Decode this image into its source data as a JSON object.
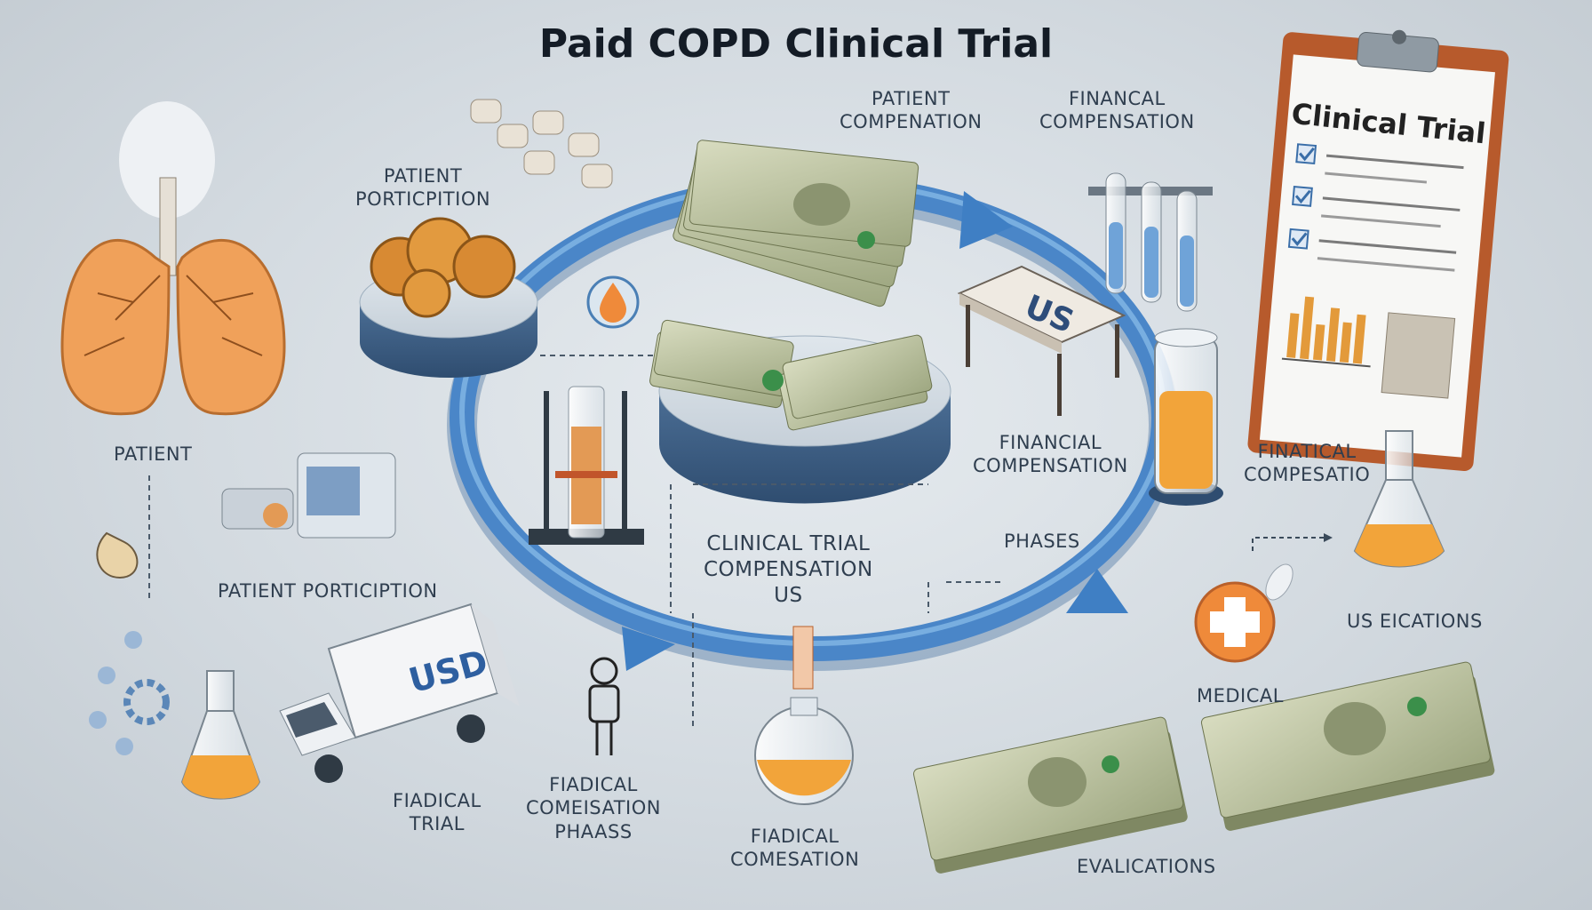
{
  "title": "Paid COPD Clinical Trial",
  "labels": {
    "patient_compensation": [
      "PATIENT",
      "COMPENATION"
    ],
    "financial_compensation_top": [
      "FINANCAL",
      "COMPENSATION"
    ],
    "patient_participation_top": [
      "PATIENT",
      "PORTICPITION"
    ],
    "patient": "PATIENT",
    "patient_participation_bottom": "PATIENT PORTICIPTION",
    "financial_compensation_mid": [
      "FINANCIAL",
      "COMPENSATION"
    ],
    "finatical_compensatio": [
      "FINATICAL",
      "COMPESATIO"
    ],
    "phases": "PHASES",
    "clinical_trial_center": [
      "CLINICAL TRIAL",
      "COMPENSATION",
      "US"
    ],
    "us_eications": "US EICATIONS",
    "medical": "MEDICAL",
    "fiadical_trial": [
      "FIADICAL",
      "TRIAL"
    ],
    "fiadical_comesation_phaass": [
      "FIADICAL",
      "COMEISATION",
      "PHAASS"
    ],
    "fiadical_comesation_bottom": [
      "FIADICAL",
      "COMESATION"
    ],
    "evalications": "EVALICATIONS"
  },
  "clipboard_title": "Clinical Trial",
  "table_sign": "US",
  "truck_sign": "USD",
  "colors": {
    "cycle_arrow": "#3f7fc4",
    "lungs": "#f0a15a",
    "liquid": "#f2a43a",
    "money": "#b9c29a",
    "medical_badge": "#ef8a3a"
  }
}
